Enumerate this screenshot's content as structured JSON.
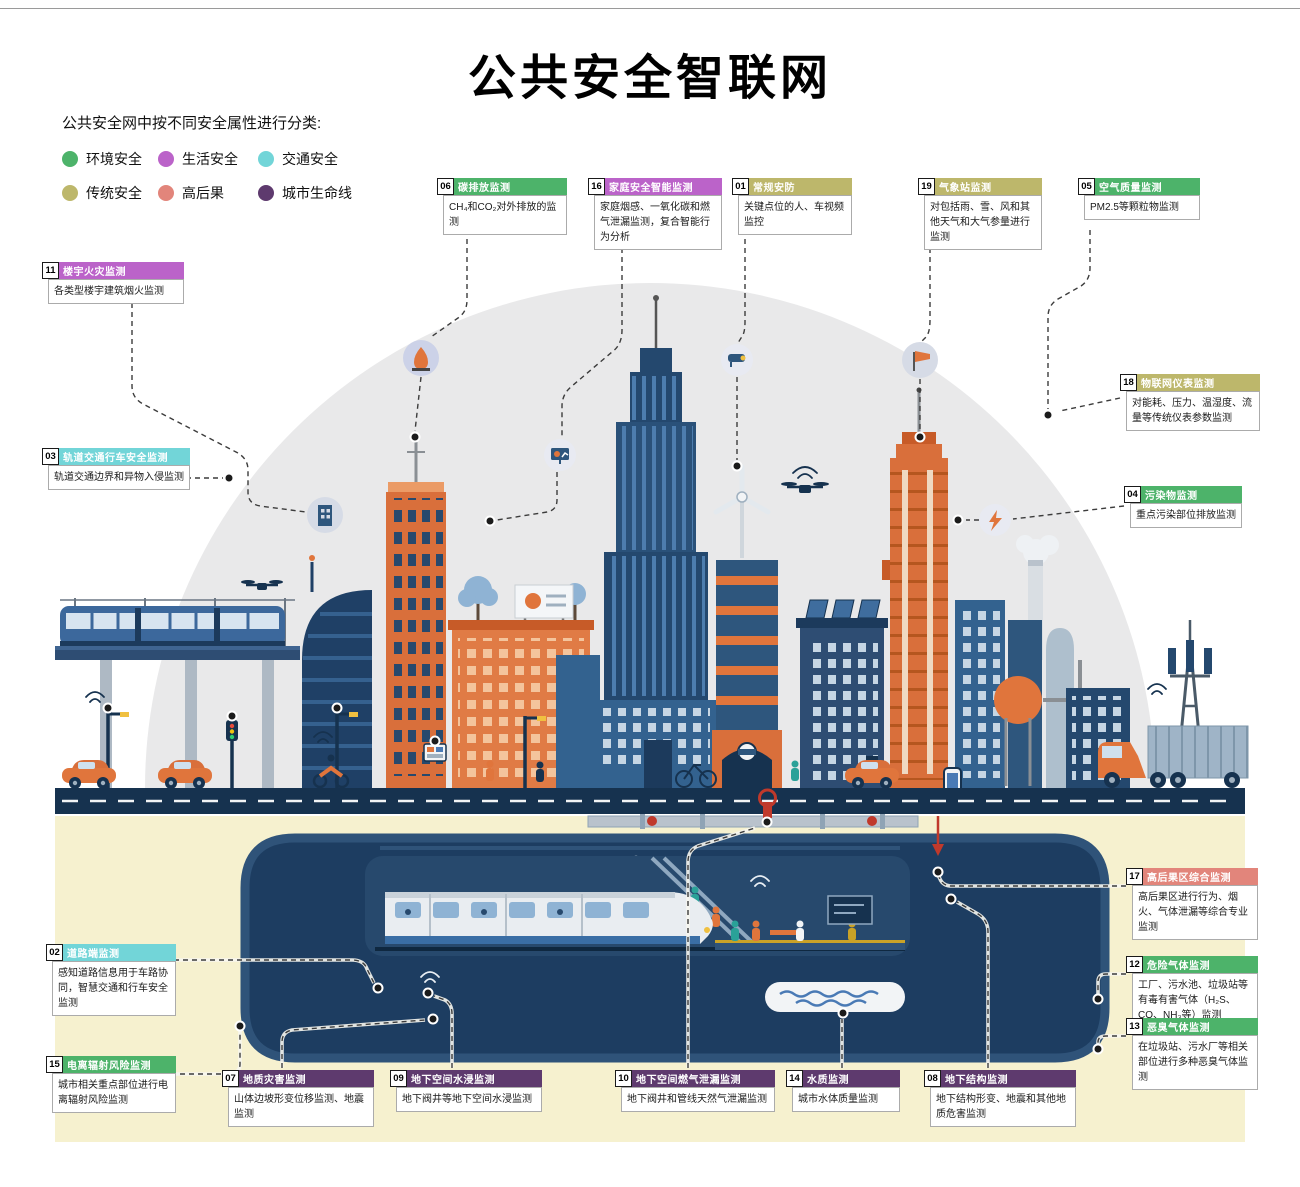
{
  "title": "公共安全智联网",
  "legend": {
    "intro": "公共安全网中按不同安全属性进行分类:",
    "items": [
      {
        "label": "环境安全",
        "color": "#4db36a"
      },
      {
        "label": "生活安全",
        "color": "#bb63c9"
      },
      {
        "label": "交通安全",
        "color": "#72d5d8"
      },
      {
        "label": "传统安全",
        "color": "#bdb76b"
      },
      {
        "label": "高后果",
        "color": "#e2857b"
      },
      {
        "label": "城市生命线",
        "color": "#5e3a6e"
      }
    ]
  },
  "callouts": [
    {
      "num": "06",
      "title": "碳排放监测",
      "category": "环境安全",
      "color": "#4db36a",
      "desc": "CH₄和CO₂对外排放的监测"
    },
    {
      "num": "16",
      "title": "家庭安全智能监测",
      "category": "生活安全",
      "color": "#bb63c9",
      "desc": "家庭烟感、一氧化碳和燃气泄漏监测，复合智能行为分析"
    },
    {
      "num": "01",
      "title": "常规安防",
      "category": "传统安全",
      "color": "#bdb76b",
      "desc": "关键点位的人、车视频监控"
    },
    {
      "num": "19",
      "title": "气象站监测",
      "category": "传统安全",
      "color": "#bdb76b",
      "desc": "对包括雨、雪、风和其他天气和大气参量进行监测"
    },
    {
      "num": "05",
      "title": "空气质量监测",
      "category": "环境安全",
      "color": "#4db36a",
      "desc": "PM2.5等颗粒物监测"
    },
    {
      "num": "11",
      "title": "楼宇火灾监测",
      "category": "生活安全",
      "color": "#bb63c9",
      "desc": "各类型楼宇建筑烟火监测"
    },
    {
      "num": "03",
      "title": "轨道交通行车安全监测",
      "category": "交通安全",
      "color": "#72d5d8",
      "desc": "轨道交通边界和异物入侵监测"
    },
    {
      "num": "18",
      "title": "物联网仪表监测",
      "category": "传统安全",
      "color": "#bdb76b",
      "desc": "对能耗、压力、温湿度、流量等传统仪表参数监测"
    },
    {
      "num": "04",
      "title": "污染物监测",
      "category": "环境安全",
      "color": "#4db36a",
      "desc": "重点污染部位排放监测"
    },
    {
      "num": "17",
      "title": "高后果区综合监测",
      "category": "高后果",
      "color": "#e2857b",
      "desc": "高后果区进行行为、烟火、气体泄漏等综合专业监测"
    },
    {
      "num": "12",
      "title": "危险气体监测",
      "category": "环境安全",
      "color": "#4db36a",
      "desc": "工厂、污水池、垃圾站等有毒有害气体（H₂S、CO、NH₃等）监测"
    },
    {
      "num": "13",
      "title": "恶臭气体监测",
      "category": "环境安全",
      "color": "#4db36a",
      "desc": "在垃圾站、污水厂等相关部位进行多种恶臭气体监测"
    },
    {
      "num": "02",
      "title": "道路端监测",
      "category": "交通安全",
      "color": "#72d5d8",
      "desc": "感知道路信息用于车路协同，智慧交通和行车安全监测"
    },
    {
      "num": "15",
      "title": "电离辐射风险监测",
      "category": "环境安全",
      "color": "#4db36a",
      "desc": "城市相关重点部位进行电离辐射风险监测"
    },
    {
      "num": "07",
      "title": "地质灾害监测",
      "category": "城市生命线",
      "color": "#5e3a6e",
      "desc": "山体边坡形变位移监测、地震监测"
    },
    {
      "num": "09",
      "title": "地下空间水浸监测",
      "category": "城市生命线",
      "color": "#5e3a6e",
      "desc": "地下阀井等地下空间水浸监测"
    },
    {
      "num": "10",
      "title": "地下空间燃气泄漏监测",
      "category": "城市生命线",
      "color": "#5e3a6e",
      "desc": "地下阀井和管线天然气泄漏监测"
    },
    {
      "num": "14",
      "title": "水质监测",
      "category": "城市生命线",
      "color": "#5e3a6e",
      "desc": "城市水体质量监测"
    },
    {
      "num": "08",
      "title": "地下结构监测",
      "category": "城市生命线",
      "color": "#5e3a6e",
      "desc": "地下结构形变、地震和其他地质危害监测"
    }
  ]
}
